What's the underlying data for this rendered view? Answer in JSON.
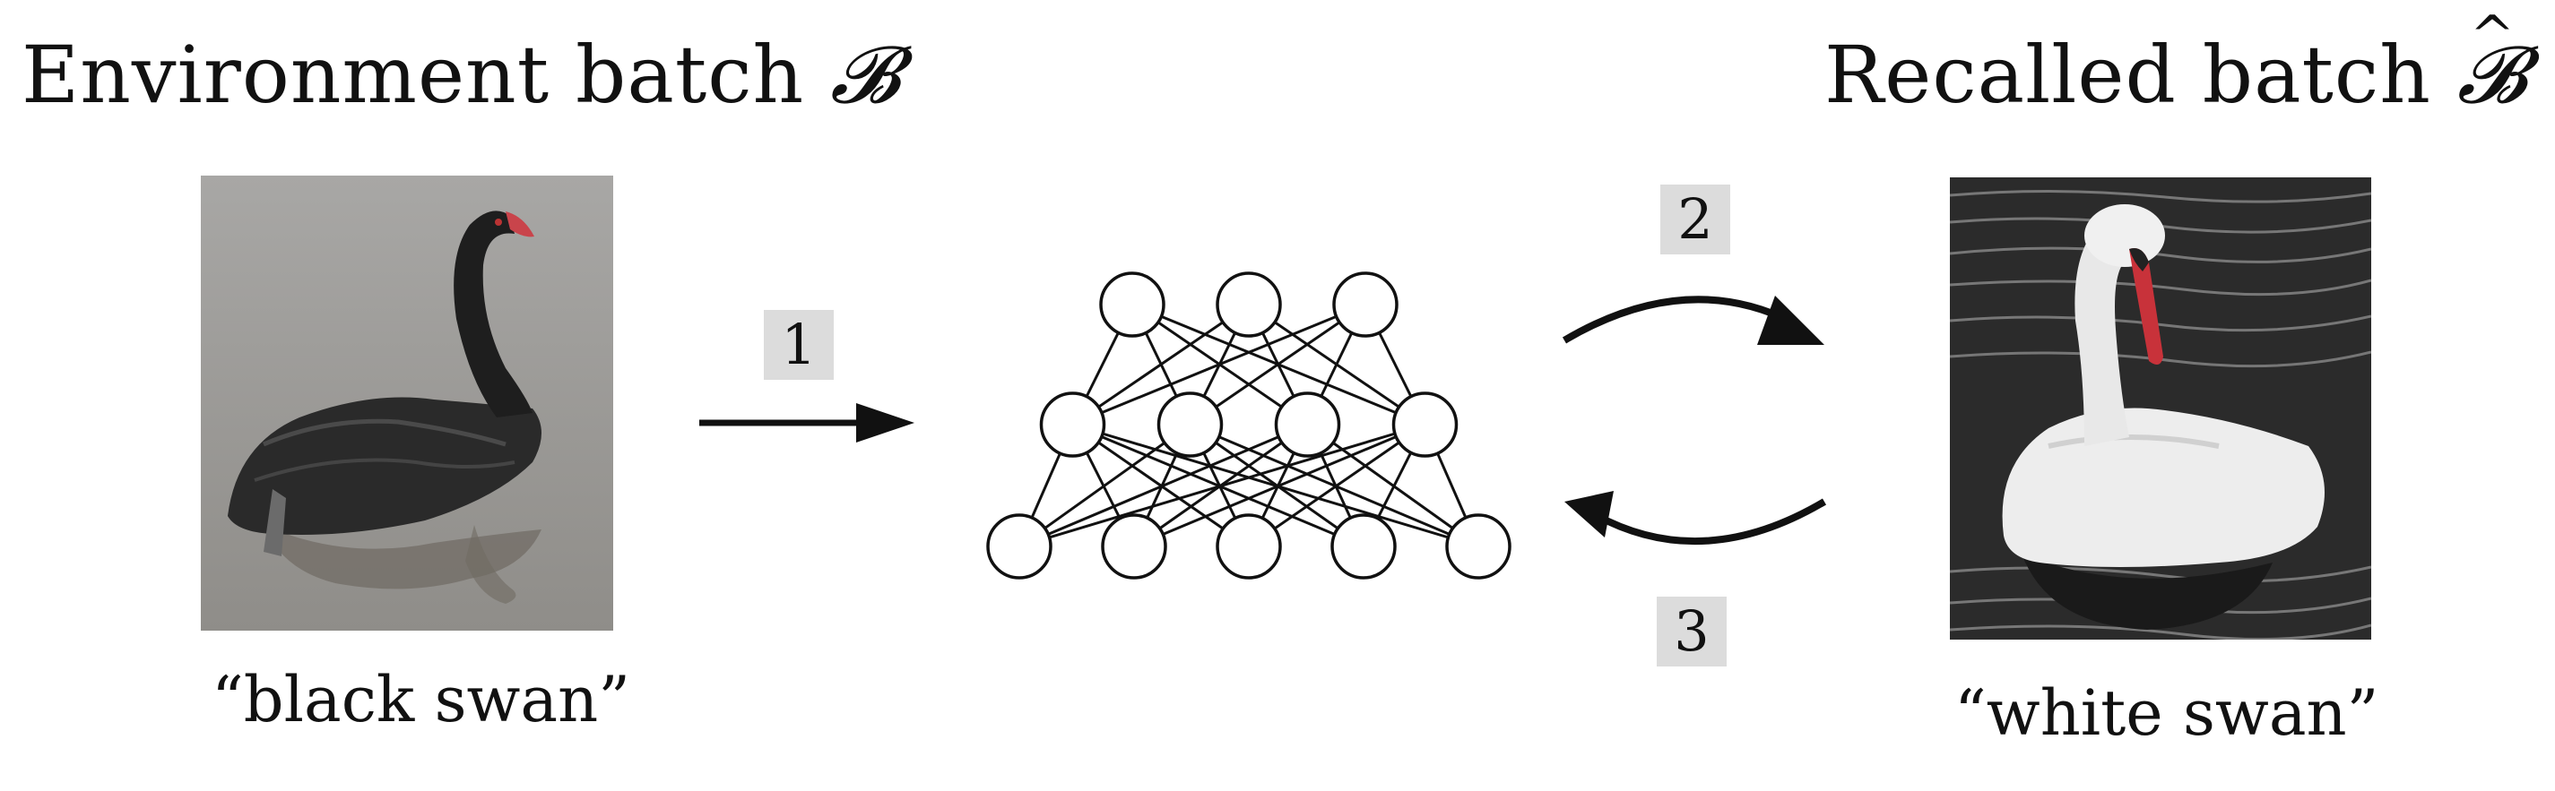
{
  "left": {
    "title_text": "Environment batch",
    "title_symbol": "𝓑",
    "caption": "“black swan”"
  },
  "right": {
    "title_text": "Recalled batch",
    "title_symbol": "𝓑",
    "caption": "“white swan”"
  },
  "steps": {
    "step1": "1",
    "step2": "2",
    "step3": "3"
  },
  "network": {
    "layers": [
      3,
      4,
      5
    ]
  },
  "colors": {
    "badge_bg": "#dcdcdc",
    "ink": "#111111"
  }
}
